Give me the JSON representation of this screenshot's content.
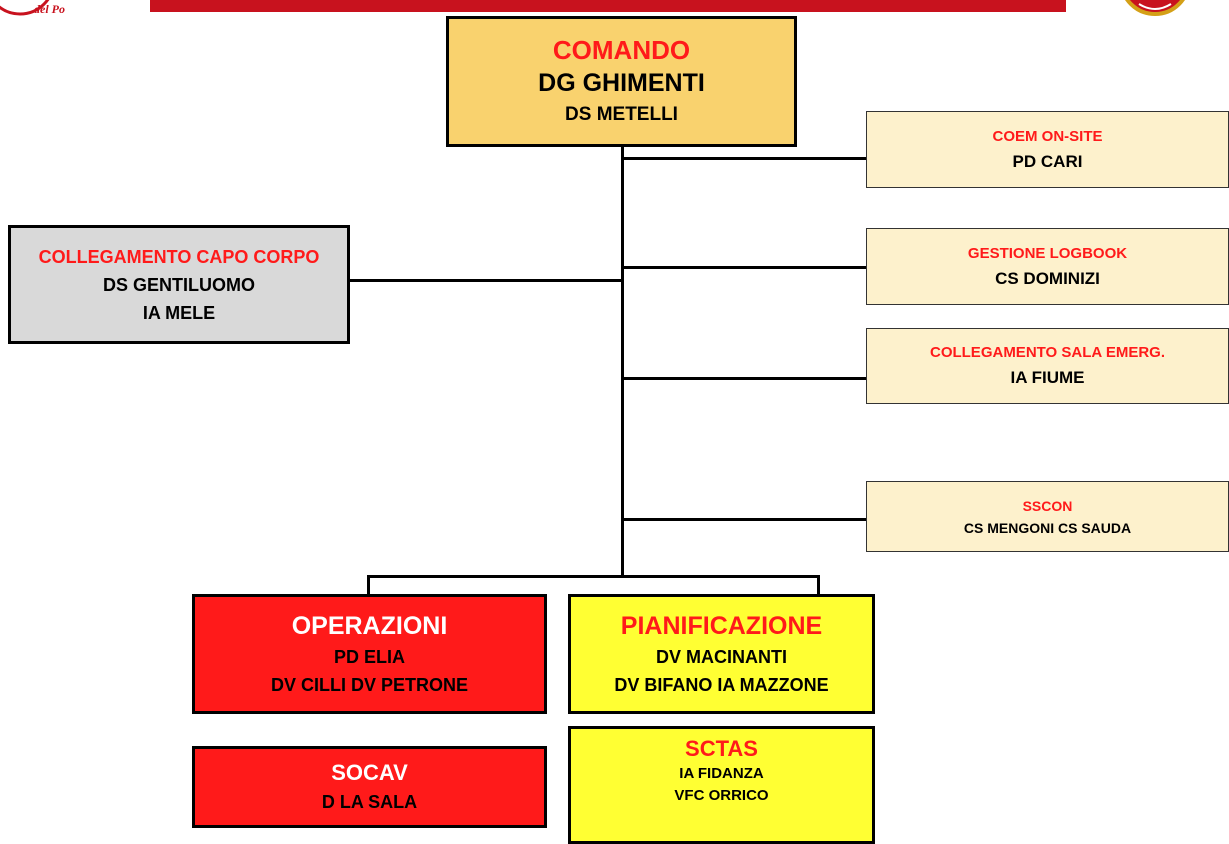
{
  "colors": {
    "header_bar": "#c8121e",
    "command_fill": "#f9d26e",
    "staff_fill": "#fdf1cc",
    "liaison_fill": "#d9d9d9",
    "operations_fill": "#ff1a1a",
    "planning_fill": "#ffff33",
    "title_red": "#ff1a1a"
  },
  "logo_left_text": "del Po",
  "comando": {
    "title": "COMANDO",
    "line1": "DG GHIMENTI",
    "line2": "DS METELLI"
  },
  "collegamento_capo_corpo": {
    "title": "COLLEGAMENTO CAPO CORPO",
    "line1": "DS GENTILUOMO",
    "line2": "IA MELE"
  },
  "coem": {
    "title": "COEM ON-SITE",
    "line1": "PD CARI"
  },
  "logbook": {
    "title": "GESTIONE LOGBOOK",
    "line1": "CS DOMINIZI"
  },
  "sala_emerg": {
    "title": "COLLEGAMENTO SALA EMERG.",
    "line1": "IA FIUME"
  },
  "sscon": {
    "title": "SSCON",
    "line1": "CS MENGONI CS SAUDA"
  },
  "operazioni": {
    "title": "OPERAZIONI",
    "line1": "PD ELIA",
    "line2": "DV CILLI DV PETRONE"
  },
  "pianificazione": {
    "title": "PIANIFICAZIONE",
    "line1": "DV MACINANTI",
    "line2": "DV BIFANO IA MAZZONE"
  },
  "socav": {
    "title": "SOCAV",
    "line1": "D LA SALA"
  },
  "sctas": {
    "title": "SCTAS",
    "line1": "IA FIDANZA",
    "line2": "VFC ORRICO"
  }
}
